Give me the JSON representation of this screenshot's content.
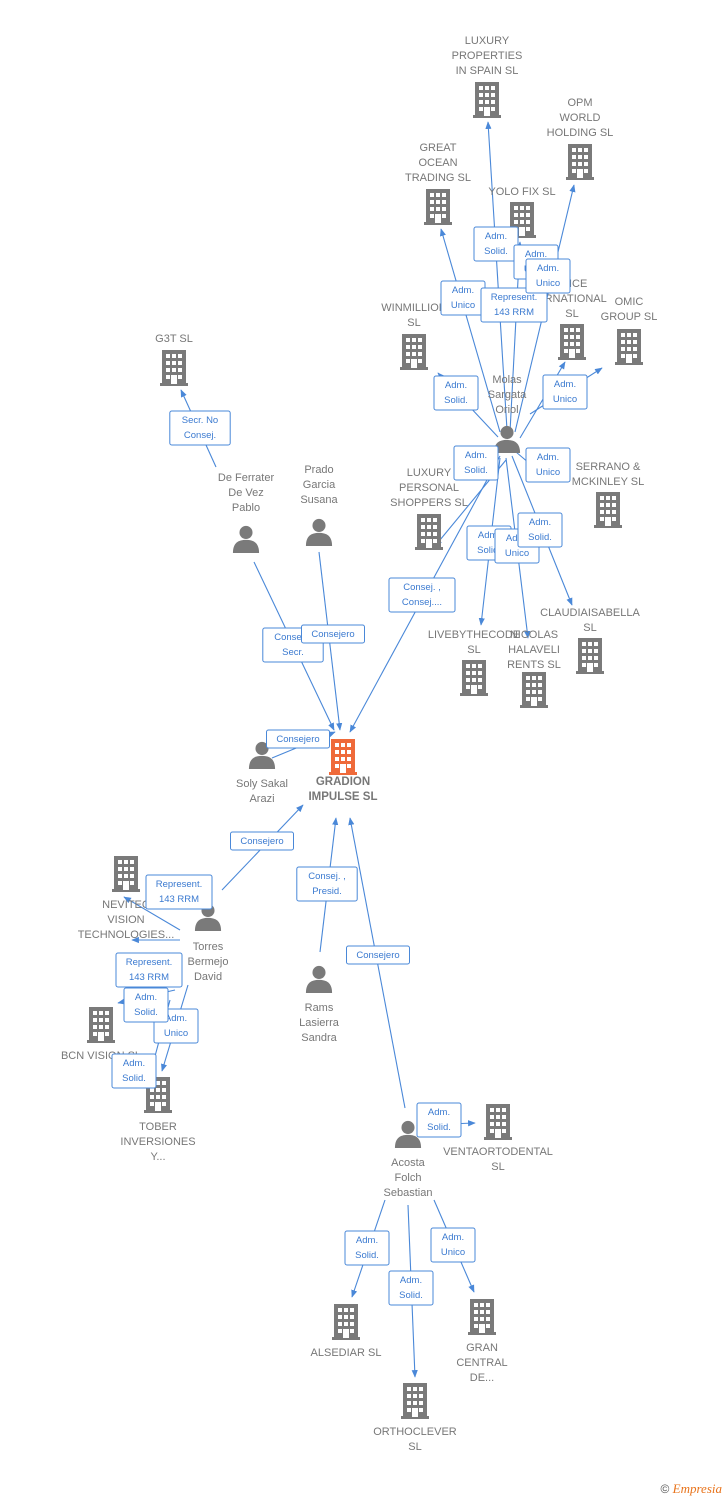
{
  "colors": {
    "accent": "#4a88d8",
    "node": "#7a7a7a",
    "center": "#ef6a3a",
    "label": "#777777"
  },
  "nodes": [
    {
      "id": "gradion",
      "type": "company",
      "center": true,
      "lines": [
        "GRADION",
        "IMPULSE  SL"
      ]
    },
    {
      "id": "luxuryprop",
      "type": "company",
      "lines": [
        "LUXURY",
        "PROPERTIES",
        "IN SPAIN  SL"
      ]
    },
    {
      "id": "opm",
      "type": "company",
      "lines": [
        "OPM",
        "WORLD",
        "HOLDING  SL"
      ]
    },
    {
      "id": "greatocean",
      "type": "company",
      "lines": [
        "GREAT",
        "OCEAN",
        "TRADING  SL"
      ]
    },
    {
      "id": "yolofix",
      "type": "company",
      "lines": [
        "YOLO FIX  SL"
      ]
    },
    {
      "id": "ence",
      "type": "company",
      "lines": [
        "ENCE",
        "ERNATIONAL",
        "SL"
      ]
    },
    {
      "id": "omic",
      "type": "company",
      "lines": [
        "OMIC",
        "GROUP SL"
      ]
    },
    {
      "id": "winmillion",
      "type": "company",
      "lines": [
        "WINMILLION",
        "SL"
      ]
    },
    {
      "id": "g3t",
      "type": "company",
      "lines": [
        "G3T SL"
      ]
    },
    {
      "id": "luxurypers",
      "type": "company",
      "lines": [
        "LUXURY",
        "PERSONAL",
        "SHOPPERS SL"
      ]
    },
    {
      "id": "serrano",
      "type": "company",
      "lines": [
        "SERRANO &",
        "MCKINLEY  SL"
      ]
    },
    {
      "id": "claudia",
      "type": "company",
      "lines": [
        "CLAUDIAISABELLA",
        "SL"
      ]
    },
    {
      "id": "livebythe",
      "type": "company",
      "lines": [
        "LIVEBYTHECODE",
        "SL"
      ]
    },
    {
      "id": "halaveli",
      "type": "company",
      "lines": [
        "NICOLAS",
        "HALAVELI",
        "RENTS SL"
      ]
    },
    {
      "id": "nevitec",
      "type": "company",
      "lines": [
        "NEVITEC",
        "VISION",
        "TECHNOLOGIES..."
      ]
    },
    {
      "id": "bcnvision",
      "type": "company",
      "lines": [
        "BCN VISION SL"
      ]
    },
    {
      "id": "tober",
      "type": "company",
      "lines": [
        "TOBER",
        "INVERSIONES",
        "Y..."
      ]
    },
    {
      "id": "ventaorto",
      "type": "company",
      "lines": [
        "VENTAORTODENTAL",
        "SL"
      ]
    },
    {
      "id": "alsediar",
      "type": "company",
      "lines": [
        "ALSEDIAR  SL"
      ]
    },
    {
      "id": "orthoclever",
      "type": "company",
      "lines": [
        "ORTHOCLEVER",
        "SL"
      ]
    },
    {
      "id": "grancentral",
      "type": "company",
      "lines": [
        "GRAN",
        "CENTRAL",
        "DE..."
      ]
    },
    {
      "id": "molas",
      "type": "person",
      "lines": [
        "Molas",
        "Sargata",
        "Oriol"
      ]
    },
    {
      "id": "deferrater",
      "type": "person",
      "lines": [
        "De Ferrater",
        "De Vez",
        "Pablo"
      ]
    },
    {
      "id": "prado",
      "type": "person",
      "lines": [
        "Prado",
        "Garcia",
        "Susana"
      ]
    },
    {
      "id": "soly",
      "type": "person",
      "lines": [
        "Soly Sakal",
        "Arazi"
      ]
    },
    {
      "id": "torres",
      "type": "person",
      "lines": [
        "Torres",
        "Bermejo",
        "David"
      ]
    },
    {
      "id": "rams",
      "type": "person",
      "lines": [
        "Rams",
        "Lasierra",
        "Sandra"
      ]
    },
    {
      "id": "acosta",
      "type": "person",
      "lines": [
        "Acosta",
        "Folch",
        "Sebastian"
      ]
    }
  ],
  "relations": [
    {
      "from": "molas",
      "to": "luxuryprop",
      "lines": [
        "Adm.",
        "Solid."
      ]
    },
    {
      "from": "molas",
      "to": "opm",
      "lines": [
        "Adm.",
        "Unico"
      ]
    },
    {
      "from": "molas",
      "to": "greatocean",
      "lines": [
        "Adm.",
        "Unico"
      ]
    },
    {
      "from": "molas",
      "to": "yolofix",
      "lines": [
        "Represent.",
        "143 RRM"
      ]
    },
    {
      "from": "molas",
      "to": "ence",
      "lines": [
        "Adm.",
        "Unico"
      ]
    },
    {
      "from": "molas",
      "to": "omic",
      "lines": [
        "Adm.",
        "Unico"
      ]
    },
    {
      "from": "molas",
      "to": "winmillion",
      "lines": [
        "Adm.",
        "Solid."
      ]
    },
    {
      "from": "molas",
      "to": "luxurypers",
      "lines": [
        "Adm.",
        "Solid."
      ]
    },
    {
      "from": "molas",
      "to": "serrano",
      "lines": [
        "Adm.",
        "Unico"
      ]
    },
    {
      "from": "molas",
      "to": "livebythe",
      "lines": [
        "Adm.",
        "Solid."
      ]
    },
    {
      "from": "molas",
      "to": "halaveli",
      "lines": [
        "Adm.",
        "Unico"
      ]
    },
    {
      "from": "molas",
      "to": "claudia",
      "lines": [
        "Adm.",
        "Solid."
      ]
    },
    {
      "from": "molas",
      "to": "gradion",
      "lines": [
        "Consej. ,",
        "Consej...."
      ]
    },
    {
      "from": "deferrater",
      "to": "g3t",
      "lines": [
        "Secr.  No",
        "Consej."
      ]
    },
    {
      "from": "deferrater",
      "to": "gradion",
      "lines": [
        "Consej. ,",
        "Secr."
      ]
    },
    {
      "from": "prado",
      "to": "gradion",
      "lines": [
        "Consejero"
      ]
    },
    {
      "from": "soly",
      "to": "gradion",
      "lines": [
        "Consejero"
      ]
    },
    {
      "from": "torres",
      "to": "gradion",
      "lines": [
        "Consejero"
      ]
    },
    {
      "from": "torres",
      "to": "nevitec",
      "lines": [
        "Represent.",
        "143 RRM"
      ]
    },
    {
      "from": "torres",
      "to": "bcnvision",
      "lines": [
        "Represent.",
        "143 RRM"
      ]
    },
    {
      "from": "torres",
      "to": "tober",
      "lines": [
        "Adm.",
        "Unico"
      ]
    },
    {
      "from": "torres",
      "to": "bcnvision",
      "lines": [
        "Adm.",
        "Solid."
      ]
    },
    {
      "from": "torres",
      "to": "tober",
      "lines": [
        "Adm.",
        "Solid."
      ]
    },
    {
      "from": "rams",
      "to": "gradion",
      "lines": [
        "Consej. ,",
        "Presid."
      ]
    },
    {
      "from": "acosta",
      "to": "gradion",
      "lines": [
        "Consejero"
      ]
    },
    {
      "from": "acosta",
      "to": "ventaorto",
      "lines": [
        "Adm.",
        "Solid."
      ]
    },
    {
      "from": "acosta",
      "to": "alsediar",
      "lines": [
        "Adm.",
        "Solid."
      ]
    },
    {
      "from": "acosta",
      "to": "orthoclever",
      "lines": [
        "Adm.",
        "Solid."
      ]
    },
    {
      "from": "acosta",
      "to": "grancentral",
      "lines": [
        "Adm.",
        "Unico"
      ]
    }
  ],
  "footer": {
    "copyright": "©",
    "brand": "Empresia"
  }
}
